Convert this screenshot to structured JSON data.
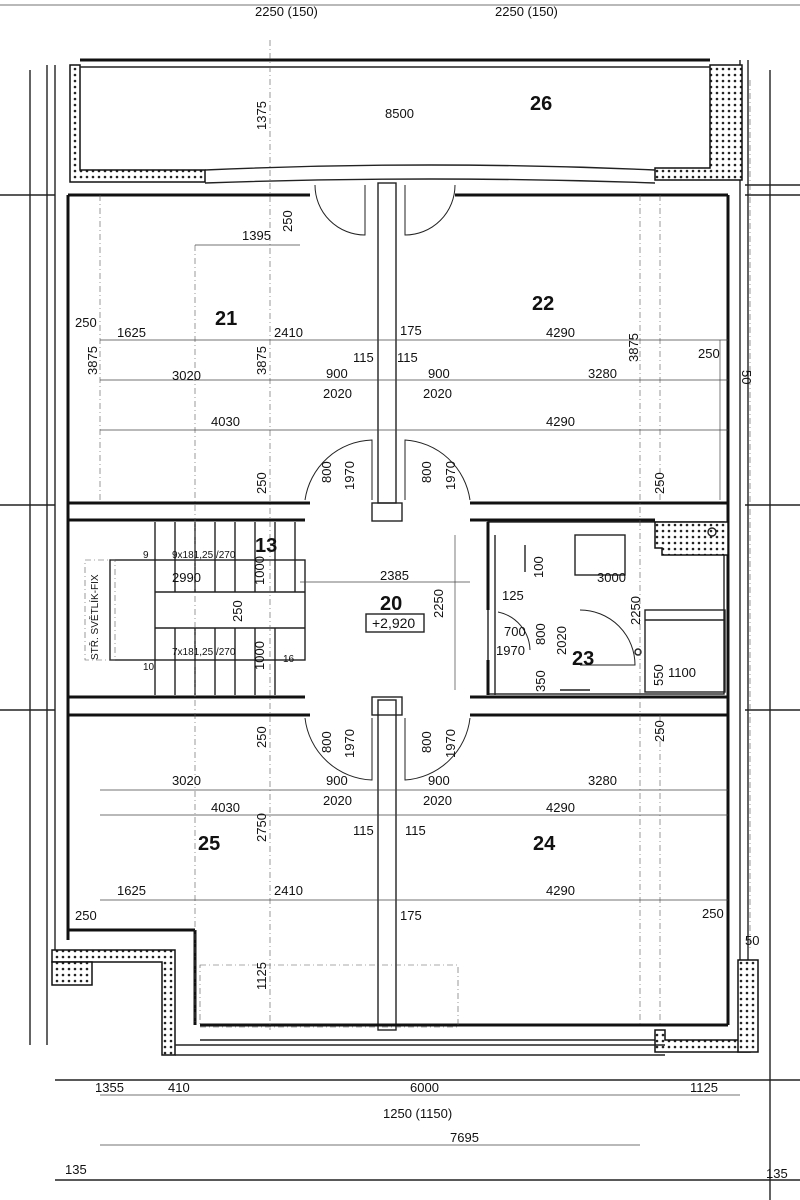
{
  "rooms": {
    "r26": "26",
    "r21": "21",
    "r22": "22",
    "r13": "13",
    "r20": "20",
    "r23": "23",
    "r25": "25",
    "r24": "24"
  },
  "elevation": "+2,920",
  "skylight_label": "STŘ. SVĚTLÍK-FIX",
  "stairs": {
    "upper": "9x181,25 /270",
    "lower": "7x181,25 /270",
    "n9": "9",
    "n10": "10",
    "n16": "16"
  },
  "dims": {
    "top_left": "2250 (150)",
    "top_right": "2250 (150)",
    "d1375_top": "1375",
    "d8500": "8500",
    "d250_a": "250",
    "d1395": "1395",
    "d250_b": "250",
    "d1625_a": "1625",
    "d2410_a": "2410",
    "d175_a": "175",
    "d4290_a": "4290",
    "d3875_a": "3875",
    "d3875_b": "3875",
    "d3875_c": "3875",
    "d250_c": "250",
    "d50_a": "50",
    "d115_a": "115",
    "d115_b": "115",
    "d3020_a": "3020",
    "d900_a": "900",
    "d900_b": "900",
    "d3280_a": "3280",
    "d2020_a": "2020",
    "d2020_b": "2020",
    "d4030_a": "4030",
    "d4290_b": "4290",
    "d800_a": "800",
    "d1970_a": "1970",
    "d800_b": "800",
    "d1970_b": "1970",
    "d250_d": "250",
    "d250_e": "250",
    "d2990": "2990",
    "d1000_a": "1000",
    "d250_f": "250",
    "d1000_b": "1000",
    "d2385": "2385",
    "d2250": "2250",
    "d100": "100",
    "d3000": "3000",
    "d125": "125",
    "d700": "700",
    "d800_c": "800",
    "d2020_c": "2020",
    "d1970_c": "1970",
    "d2250_b": "2250",
    "d350": "350",
    "d550": "550",
    "d1100": "1100",
    "d800_d": "800",
    "d1970_d": "1970",
    "d800_e": "800",
    "d1970_e": "1970",
    "d250_g": "250",
    "d250_h": "250",
    "d3020_b": "3020",
    "d900_c": "900",
    "d900_d": "900",
    "d3280_b": "3280",
    "d2020_d": "2020",
    "d2020_e": "2020",
    "d4030_b": "4030",
    "d4290_c": "4290",
    "d2750": "2750",
    "d115_c": "115",
    "d115_d": "115",
    "d1625_b": "1625",
    "d2410_b": "2410",
    "d4290_d": "4290",
    "d250_i": "250",
    "d175_b": "175",
    "d250_j": "250",
    "d50_b": "50",
    "d1125_a": "1125",
    "d1355": "1355",
    "d410": "410",
    "d6000": "6000",
    "d1125_b": "1125",
    "d1250": "1250 (1150)",
    "d7695": "7695",
    "d135_a": "135",
    "d135_b": "135"
  }
}
